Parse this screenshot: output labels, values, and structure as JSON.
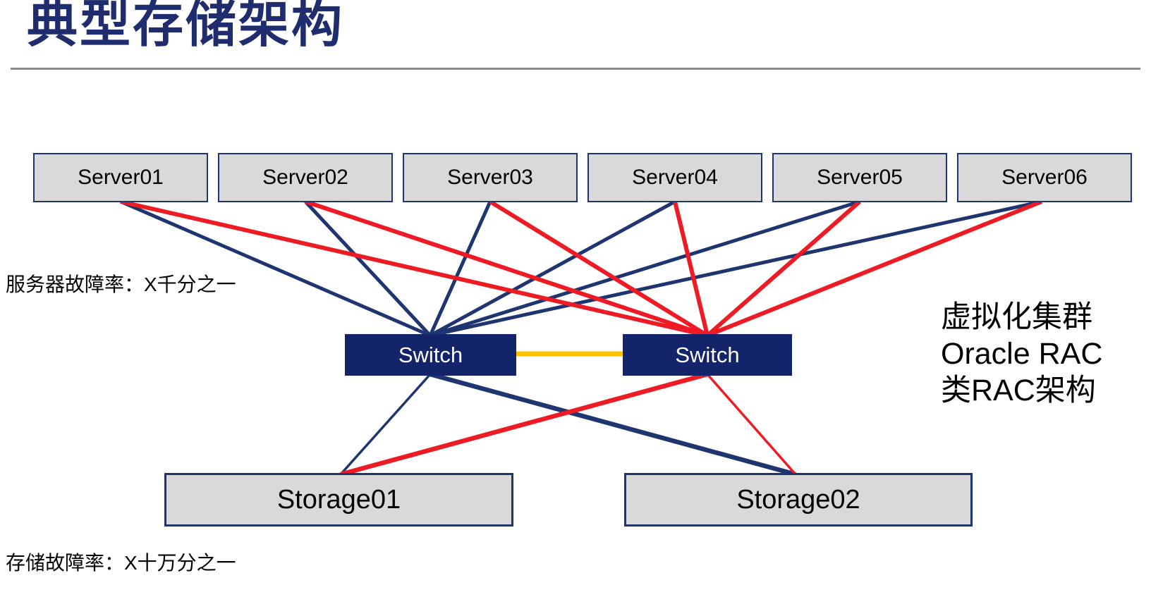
{
  "title": "典型存储架构",
  "servers": [
    {
      "label": "Server01"
    },
    {
      "label": "Server02"
    },
    {
      "label": "Server03"
    },
    {
      "label": "Server04"
    },
    {
      "label": "Server05"
    },
    {
      "label": "Server06"
    }
  ],
  "switches": [
    {
      "label": "Switch"
    },
    {
      "label": "Switch"
    }
  ],
  "storages": [
    {
      "label": "Storage01"
    },
    {
      "label": "Storage02"
    }
  ],
  "captions": {
    "server_failure_rate": "服务器故障率：X千分之一",
    "storage_failure_rate": "存储故障率：X十万分之一"
  },
  "side_note": {
    "line1": "虚拟化集群",
    "line2": "Oracle RAC",
    "line3": "类RAC架构"
  },
  "colors": {
    "title_navy": "#1f2c6e",
    "box_border_navy": "#1f3570",
    "box_fill_gray": "#d9d9d9",
    "switch_fill_navy": "#13246b",
    "blue_link": "#1f3570",
    "red_link": "#ed1c24",
    "orange_inter_switch_link": "#ffc000",
    "divider_gray": "#8a8a8a"
  },
  "edges": {
    "server_to_switch_a_color": "blue",
    "server_to_switch_b_color": "red",
    "switch_a_to_storages": [
      "Storage01",
      "Storage02"
    ],
    "switch_b_to_storages": [
      "Storage01",
      "Storage02"
    ],
    "inter_switch_link": "Switch–Switch"
  }
}
